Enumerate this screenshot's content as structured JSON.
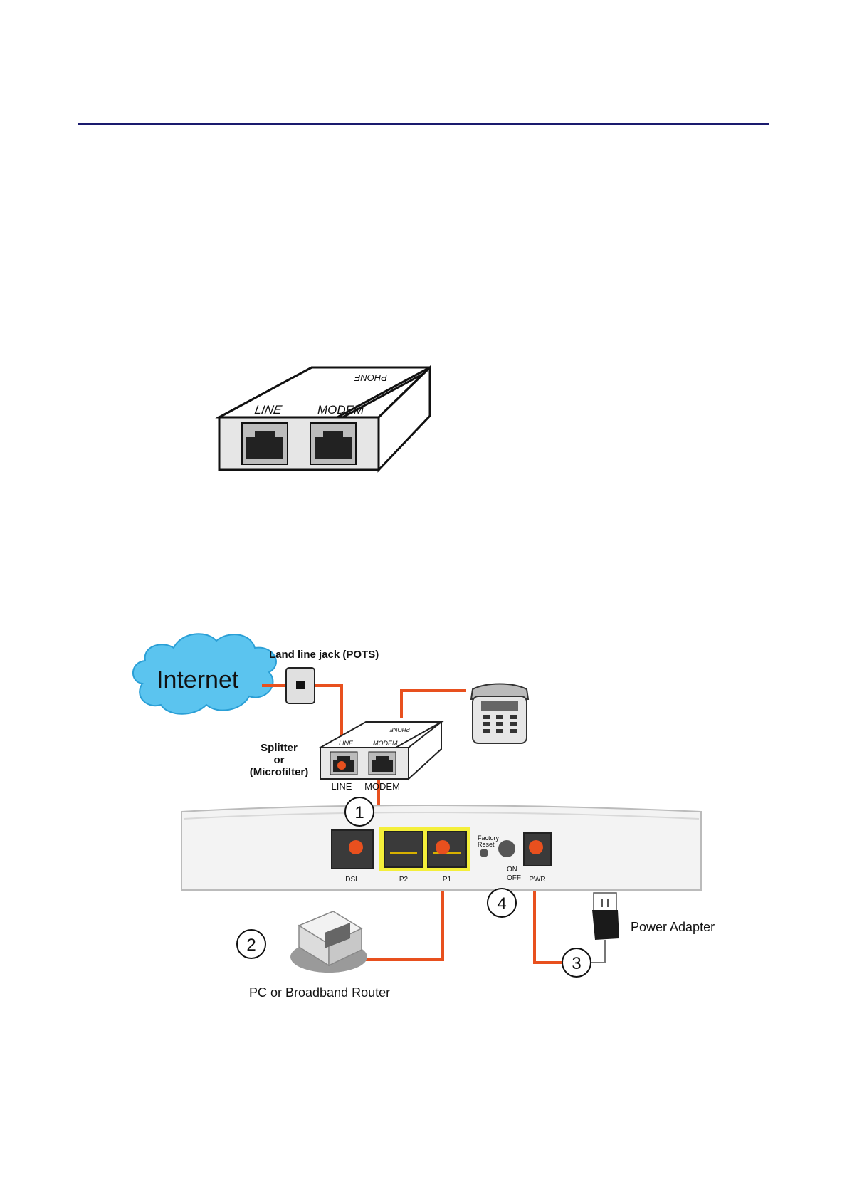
{
  "splitter_figure": {
    "line_label": "LINE",
    "modem_label": "MODEM",
    "phone_label": "PHONE"
  },
  "connection_diagram": {
    "internet_label": "Internet",
    "jack_label": "Land line jack (POTS)",
    "splitter_label": [
      "Splitter",
      "or",
      "(Microfilter)"
    ],
    "splitter_line_label": "LINE",
    "splitter_modem_label": "MODEM",
    "splitter_small_line": "LINE",
    "splitter_small_modem": "MODEM",
    "splitter_small_phone": "PHONE",
    "factory_reset_label": [
      "Factory",
      "Reset"
    ],
    "on_label": "ON",
    "off_label": "OFF",
    "port_labels": [
      "DSL",
      "P2",
      "P1",
      "PWR"
    ],
    "steps": [
      "1",
      "2",
      "3",
      "4"
    ],
    "pc_label": "PC or Broadband Router",
    "power_label": "Power Adapter",
    "colors": {
      "cable": "#e8501e",
      "cloud": "#5bc4ef",
      "port_highlight": "#f4ef3a"
    }
  }
}
